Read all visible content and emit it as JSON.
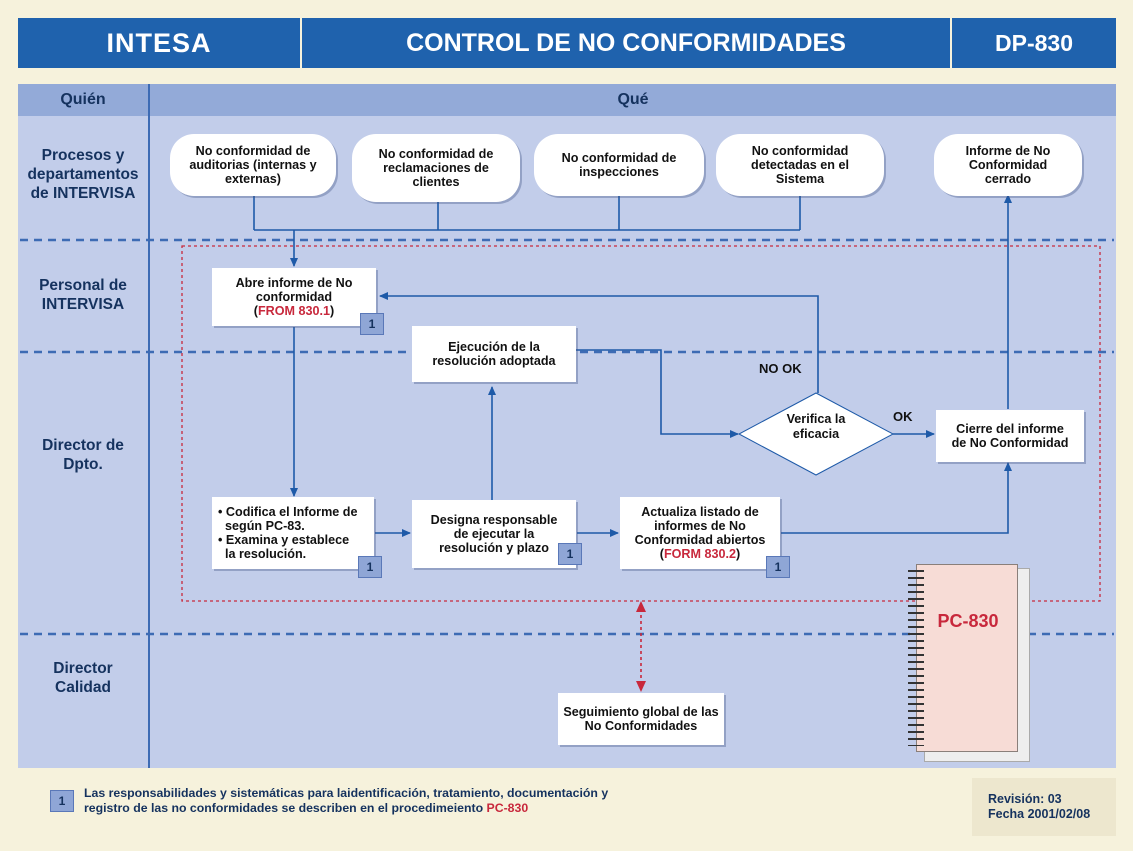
{
  "header": {
    "org": "INTESA",
    "title": "CONTROL DE NO CONFORMIDADES",
    "code": "DP-830"
  },
  "columns": {
    "who": "Quién",
    "what": "Qué"
  },
  "lanes": [
    {
      "lines": [
        "Procesos y",
        "departamentos",
        "de INTERVISA"
      ]
    },
    {
      "lines": [
        "Personal de",
        "INTERVISA"
      ]
    },
    {
      "lines": [
        "Director de",
        "Dpto."
      ]
    },
    {
      "lines": [
        "Director",
        "Calidad"
      ]
    }
  ],
  "nodes": {
    "audits": {
      "lines": [
        "No conformidad de",
        "auditorias (internas y",
        "externas)"
      ]
    },
    "claims": {
      "lines": [
        "No conformidad de",
        "reclamaciones de",
        "clientes"
      ]
    },
    "inspections": {
      "lines": [
        "No conformidad de",
        "inspecciones"
      ]
    },
    "system": {
      "lines": [
        "No conformidad",
        "detectadas en el",
        "Sistema"
      ]
    },
    "closed_report": {
      "lines": [
        "Informe de No",
        "Conformidad",
        "cerrado"
      ]
    },
    "open_report": {
      "lines": [
        "Abre informe de No",
        "conformidad"
      ],
      "paren_open": "(",
      "ref": "FROM 830.1",
      "paren_close": ")"
    },
    "execution": {
      "lines": [
        "Ejecución de la",
        "resolución adoptada"
      ]
    },
    "verify": {
      "lines": [
        "Verifica la",
        "eficacia"
      ]
    },
    "close": {
      "lines": [
        "Cierre del informe",
        "de No Conformidad"
      ]
    },
    "codify": {
      "lines": [
        "• Codifica el Informe de",
        "  según PC-83.",
        "• Examina y establece",
        "  la resolución."
      ]
    },
    "assign": {
      "lines": [
        "Designa responsable",
        "de ejecutar la",
        "resolución y plazo"
      ]
    },
    "update": {
      "lines": [
        "Actualiza listado de",
        "informes de No",
        "Conformidad abiertos"
      ],
      "paren_open": "(",
      "ref": "FORM 830.2",
      "paren_close": ")"
    },
    "tracking": {
      "lines": [
        "Seguimiento global de las",
        "No Conformidades"
      ]
    }
  },
  "edge_labels": {
    "no_ok": "NO OK",
    "ok": "OK"
  },
  "ref_badge": "1",
  "notebook": {
    "title": "PC-830"
  },
  "footer": {
    "note_line1": "Las responsabilidades y sistemáticas para laidentificación, tratamiento, documentación y",
    "note_line2_prefix": "registro de las no conformidades se describen en el procedimeiento ",
    "note_line2_ref": "PC-830",
    "revision": "Revisión: 03",
    "date": "Fecha 2001/02/08"
  },
  "colors": {
    "header_blue": "#1f62ad",
    "panel": "#c2cdea",
    "column_band": "#93aad8",
    "flow_line": "#1e5aa8",
    "dashed_red": "#c8283c",
    "background": "#f6f2dc"
  }
}
